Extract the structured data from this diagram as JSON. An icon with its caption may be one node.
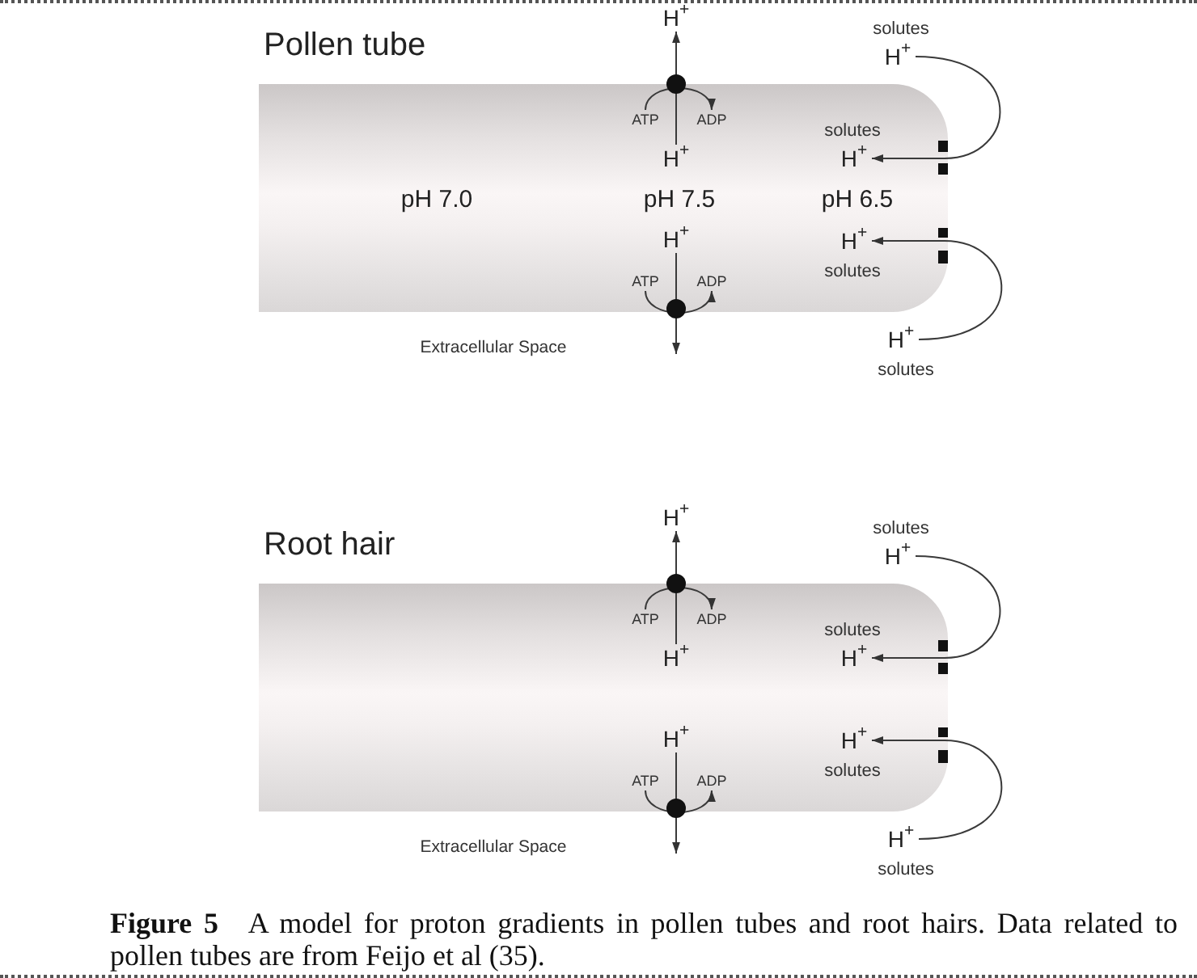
{
  "diagram": {
    "caption": "**Figure 5** A model for proton gradients in pollen tubes and root hairs. Data related to pollen tubes are from Feijo et al (35).",
    "nodes": [
      {
        "text": [
          "Pollen tube",
          "pH 7.0",
          "pH 7.5",
          "pH 6.5"
        ]
      },
      {
        "text": [
          "H$^{+}$"
        ]
      },
      {
        "text": [
          "H$^{+}$"
        ],
        "beside": [
          "solutes"
        ]
      },
      {
        "text": [
          "ATP"
        ],
        "in": 0
      },
      {
        "text": [
          "ADP"
        ],
        "in": 0
      },
      {
        "text": [
          "H$^{+}$"
        ],
        "in": 0
      },
      {
        "text": [
          "H$^{+}$"
        ],
        "beside": [
          "solutes"
        ],
        "in": 0
      },
      {
        "text": [
          "H$^{+}$"
        ],
        "in": 0
      },
      {
        "text": [
          "H$^{+}$"
        ],
        "beside": [
          "solutes"
        ],
        "in": 0
      },
      {
        "text": [
          "ATP"
        ],
        "in": 0
      },
      {
        "text": [
          "ADP"
        ],
        "in": 0
      },
      {
        "text": [
          "H$^{+}$"
        ],
        "beside": [
          "solutes"
        ]
      },
      {
        "text": [
          "Root hair"
        ]
      },
      {
        "text": [
          "H$^{+}$"
        ]
      },
      {
        "text": [
          "H$^{+}$"
        ],
        "beside": [
          "solutes"
        ]
      },
      {
        "text": [
          "ATP"
        ],
        "in": 12
      },
      {
        "text": [
          "ADP"
        ],
        "in": 12
      },
      {
        "text": [
          "H$^{+}$"
        ],
        "in": 12
      },
      {
        "text": [
          "H$^{+}$"
        ],
        "beside": [
          "solutes"
        ],
        "in": 12
      },
      {
        "text": [
          "H$^{+}$"
        ],
        "in": 12
      },
      {
        "text": [
          "H$^{+}$"
        ],
        "beside": [
          "solutes"
        ],
        "in": 12
      },
      {
        "text": [
          "ATP"
        ],
        "in": 12
      },
      {
        "text": [
          "ADP"
        ],
        "in": 12
      },
      {
        "text": [
          "H$^{+}$"
        ],
        "beside": [
          "solutes"
        ]
      }
    ],
    "edges": [
      {
        "from": 5,
        "to": 1,
        "arrow": "to"
      },
      {
        "from": 3,
        "to": 4,
        "arrow": "to"
      },
      {
        "from": 2,
        "to": 6,
        "arrow": "to"
      },
      {
        "from": 7,
        "to": null,
        "arrow": "to"
      },
      {
        "from": 9,
        "to": 10,
        "arrow": "to"
      },
      {
        "from": 11,
        "to": 8,
        "arrow": "to"
      },
      {
        "from": 17,
        "to": 13,
        "arrow": "to"
      },
      {
        "from": 15,
        "to": 16,
        "arrow": "to"
      },
      {
        "from": 14,
        "to": 18,
        "arrow": "to"
      },
      {
        "from": 19,
        "to": null,
        "arrow": "to"
      },
      {
        "from": 21,
        "to": 22,
        "arrow": "to"
      },
      {
        "from": 23,
        "to": 20,
        "arrow": "to"
      }
    ],
    "labels": [
      "Extracellular Space",
      "Extracellular Space"
    ]
  }
}
